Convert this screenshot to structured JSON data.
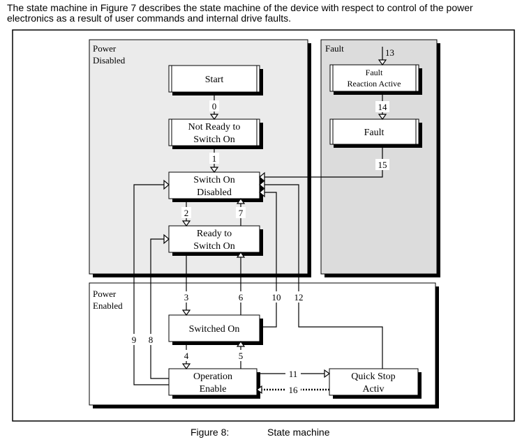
{
  "intro_text": "The state machine in Figure 7 describes the state machine of the device with respect to control of the power electronics as a result of user commands and internal drive faults.",
  "regions": {
    "power_disabled": [
      "Power",
      "Disabled"
    ],
    "fault": [
      "Fault"
    ],
    "power_enabled": [
      "Power",
      "Enabled"
    ]
  },
  "states": {
    "start": [
      "Start"
    ],
    "not_ready": [
      "Not Ready to",
      "Switch On"
    ],
    "switch_on_disabled": [
      "Switch On",
      "Disabled"
    ],
    "ready": [
      "Ready to",
      "Switch On"
    ],
    "switched_on": [
      "Switched On"
    ],
    "operation_enable": [
      "Operation",
      "Enable"
    ],
    "quick_stop": [
      "Quick Stop",
      "Activ"
    ],
    "fault_reaction": [
      "Fault",
      "Reaction Active"
    ],
    "fault": [
      "Fault"
    ]
  },
  "transitions": {
    "t0": "0",
    "t1": "1",
    "t2": "2",
    "t3": "3",
    "t4": "4",
    "t5": "5",
    "t6": "6",
    "t7": "7",
    "t8": "8",
    "t9": "9",
    "t10": "10",
    "t11": "11",
    "t12": "12",
    "t13": "13",
    "t14": "14",
    "t15": "15",
    "t16": "16"
  },
  "caption": {
    "label": "Figure 8:",
    "title": "State machine"
  }
}
